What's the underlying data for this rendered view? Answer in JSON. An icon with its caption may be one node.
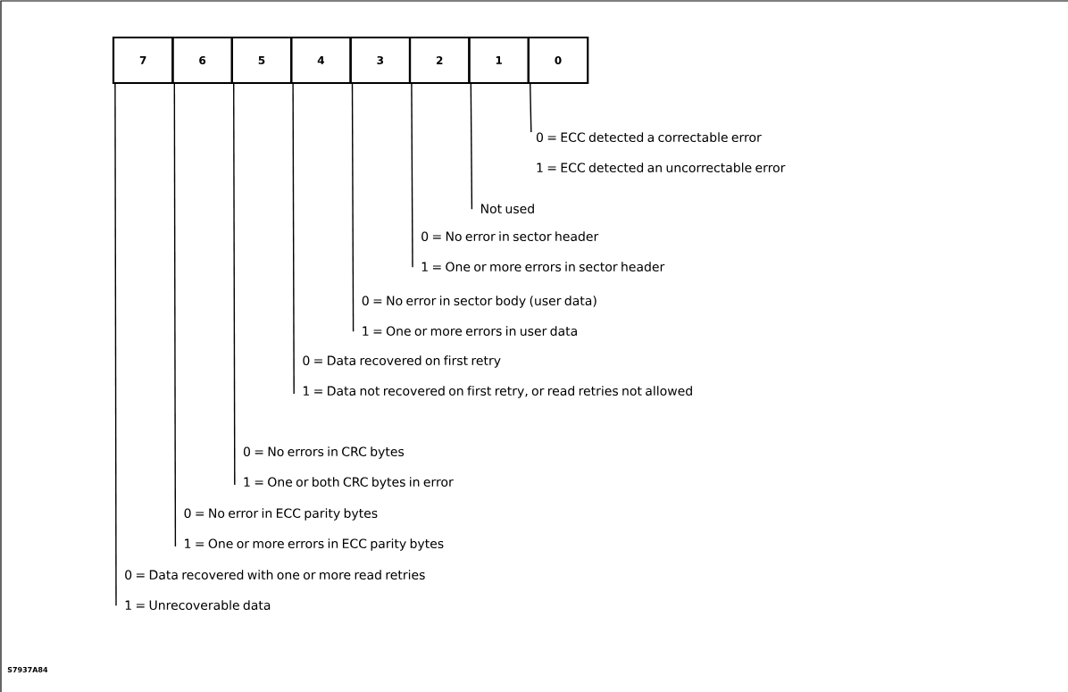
{
  "diagram": {
    "nodes": [
      {
        "text": [
          "7"
        ]
      },
      {
        "text": [
          "6"
        ]
      },
      {
        "text": [
          "5"
        ]
      },
      {
        "text": [
          "4"
        ]
      },
      {
        "text": [
          "3"
        ]
      },
      {
        "text": [
          "2"
        ]
      },
      {
        "text": [
          "1"
        ]
      },
      {
        "text": [
          "0"
        ]
      },
      {
        "text": [
          "0 = ECC detected a correctable error",
          "1 = ECC detected an uncorrectable error"
        ]
      },
      {
        "text": [
          "Not used"
        ]
      },
      {
        "text": [
          "0 = No error in sector header",
          "1 = One or more errors in sector header"
        ]
      },
      {
        "text": [
          "0 = No error in sector body (user data)",
          "1 = One or more errors in user data"
        ]
      },
      {
        "text": [
          "0 = Data recovered on first retry",
          "1 = Data not recovered on first retry, or read retries not allowed"
        ]
      },
      {
        "text": [
          "0 = No errors in CRC bytes",
          "1 = One or both CRC bytes in error"
        ]
      },
      {
        "text": [
          "0 = No error in ECC parity bytes",
          "1 = One or more errors in ECC parity bytes"
        ]
      },
      {
        "text": [
          "0 = Data recovered with one or more read retries",
          "1 = Unrecoverable data"
        ]
      }
    ],
    "edges": [
      {
        "from": 7,
        "to": 8,
        "arrow": "none"
      },
      {
        "from": 6,
        "to": 9,
        "arrow": "none"
      },
      {
        "from": 5,
        "to": 10,
        "arrow": "none"
      },
      {
        "from": 4,
        "to": 11,
        "arrow": "none"
      },
      {
        "from": 3,
        "to": 12,
        "arrow": "none"
      },
      {
        "from": 2,
        "to": 13,
        "arrow": "none"
      },
      {
        "from": 1,
        "to": 14,
        "arrow": "none"
      },
      {
        "from": 0,
        "to": 15,
        "arrow": "none"
      }
    ],
    "labels": [
      "S7937A84"
    ]
  }
}
